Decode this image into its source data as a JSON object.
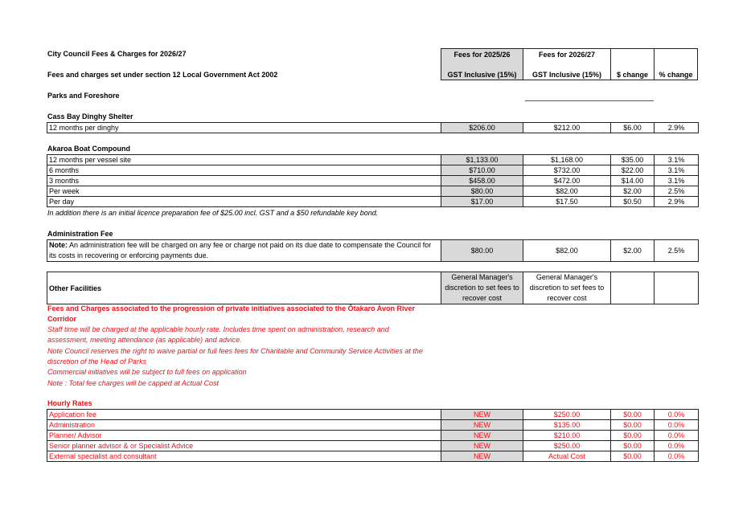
{
  "title": "City Council Fees & Charges for 2026/27",
  "subtitle": "Fees and charges set under section 12 Local Government Act 2002",
  "section": "Parks and Foreshore",
  "columns": {
    "fees_prev": "Fees for 2025/26",
    "fees_new": "Fees for 2026/27",
    "gst_prev": "GST Inclusive (15%)",
    "gst_new": "GST Inclusive (15%)",
    "dollar_change": "$ change",
    "pct_change": "% change"
  },
  "cass_bay": {
    "heading": "Cass Bay Dinghy Shelter",
    "rows": [
      [
        "12 months per dinghy",
        "$206.00",
        "$212.00",
        "$6.00",
        "2.9%"
      ]
    ]
  },
  "akaroa": {
    "heading": "Akaroa Boat Compound",
    "rows": [
      [
        "12 months per vessel site",
        "$1,133.00",
        "$1,168.00",
        "$35.00",
        "3.1%"
      ],
      [
        "6 months",
        "$710.00",
        "$732.00",
        "$22.00",
        "3.1%"
      ],
      [
        "3 months",
        "$458.00",
        "$472.00",
        "$14.00",
        "3.1%"
      ],
      [
        "Per week",
        "$80.00",
        "$82.00",
        "$2.00",
        "2.5%"
      ],
      [
        "Per day",
        "$17.00",
        "$17.50",
        "$0.50",
        "2.9%"
      ]
    ],
    "note": "In addition there is an initial licence preparation fee of $25.00 incl. GST and a $50 refundable key bond."
  },
  "admin_fee": {
    "heading": "Administration Fee",
    "note_label": "Note:",
    "note_text": " An administration fee will be charged on any fee or charge not paid on its due date to compensate the Council for its costs in recovering or enforcing payments due.",
    "prev": "$80.00",
    "new": "$82.00",
    "dollar": "$2.00",
    "pct": "2.5%"
  },
  "other": {
    "label": "Other Facilities",
    "prev": "General Manager's discretion to set fees to recover cost",
    "new": "General Manager's discretion to set fees to recover cost"
  },
  "avon": {
    "heading_1": "Fees and Charges associated to the progression of private initiatives associated to the Ōtakaro Avon River",
    "heading_2": "Corridor",
    "lines": [
      "Staff time will be charged at the applicable hourly rate. Includes time spent on administration, research and",
      "assessment, meeting attendance (as applicable) and advice.",
      "Note Council reserves the right to  waive  partial or full fees  fees for Charitable and Community Service Activities at the",
      "discretion of the Head of Parks",
      "Commercial initiatives will be subject to full fees on application",
      "Note : Total fee charges will be capped at Actual Cost"
    ]
  },
  "hourly": {
    "heading": "Hourly Rates",
    "rows": [
      [
        "Application fee",
        "NEW",
        "$250.00",
        "$0.00",
        "0.0%"
      ],
      [
        "Administration",
        "NEW",
        "$135.00",
        "$0.00",
        "0.0%"
      ],
      [
        "Planner/ Advisor",
        "NEW",
        "$210.00",
        "$0.00",
        "0.0%"
      ],
      [
        "Senior planner advisor & or Specialist Advice",
        "NEW",
        "$250.00",
        "$0.00",
        "0.0%"
      ],
      [
        "External specialist and consultant",
        "NEW",
        "Actual Cost",
        "$0.00",
        "0.0%"
      ]
    ]
  }
}
